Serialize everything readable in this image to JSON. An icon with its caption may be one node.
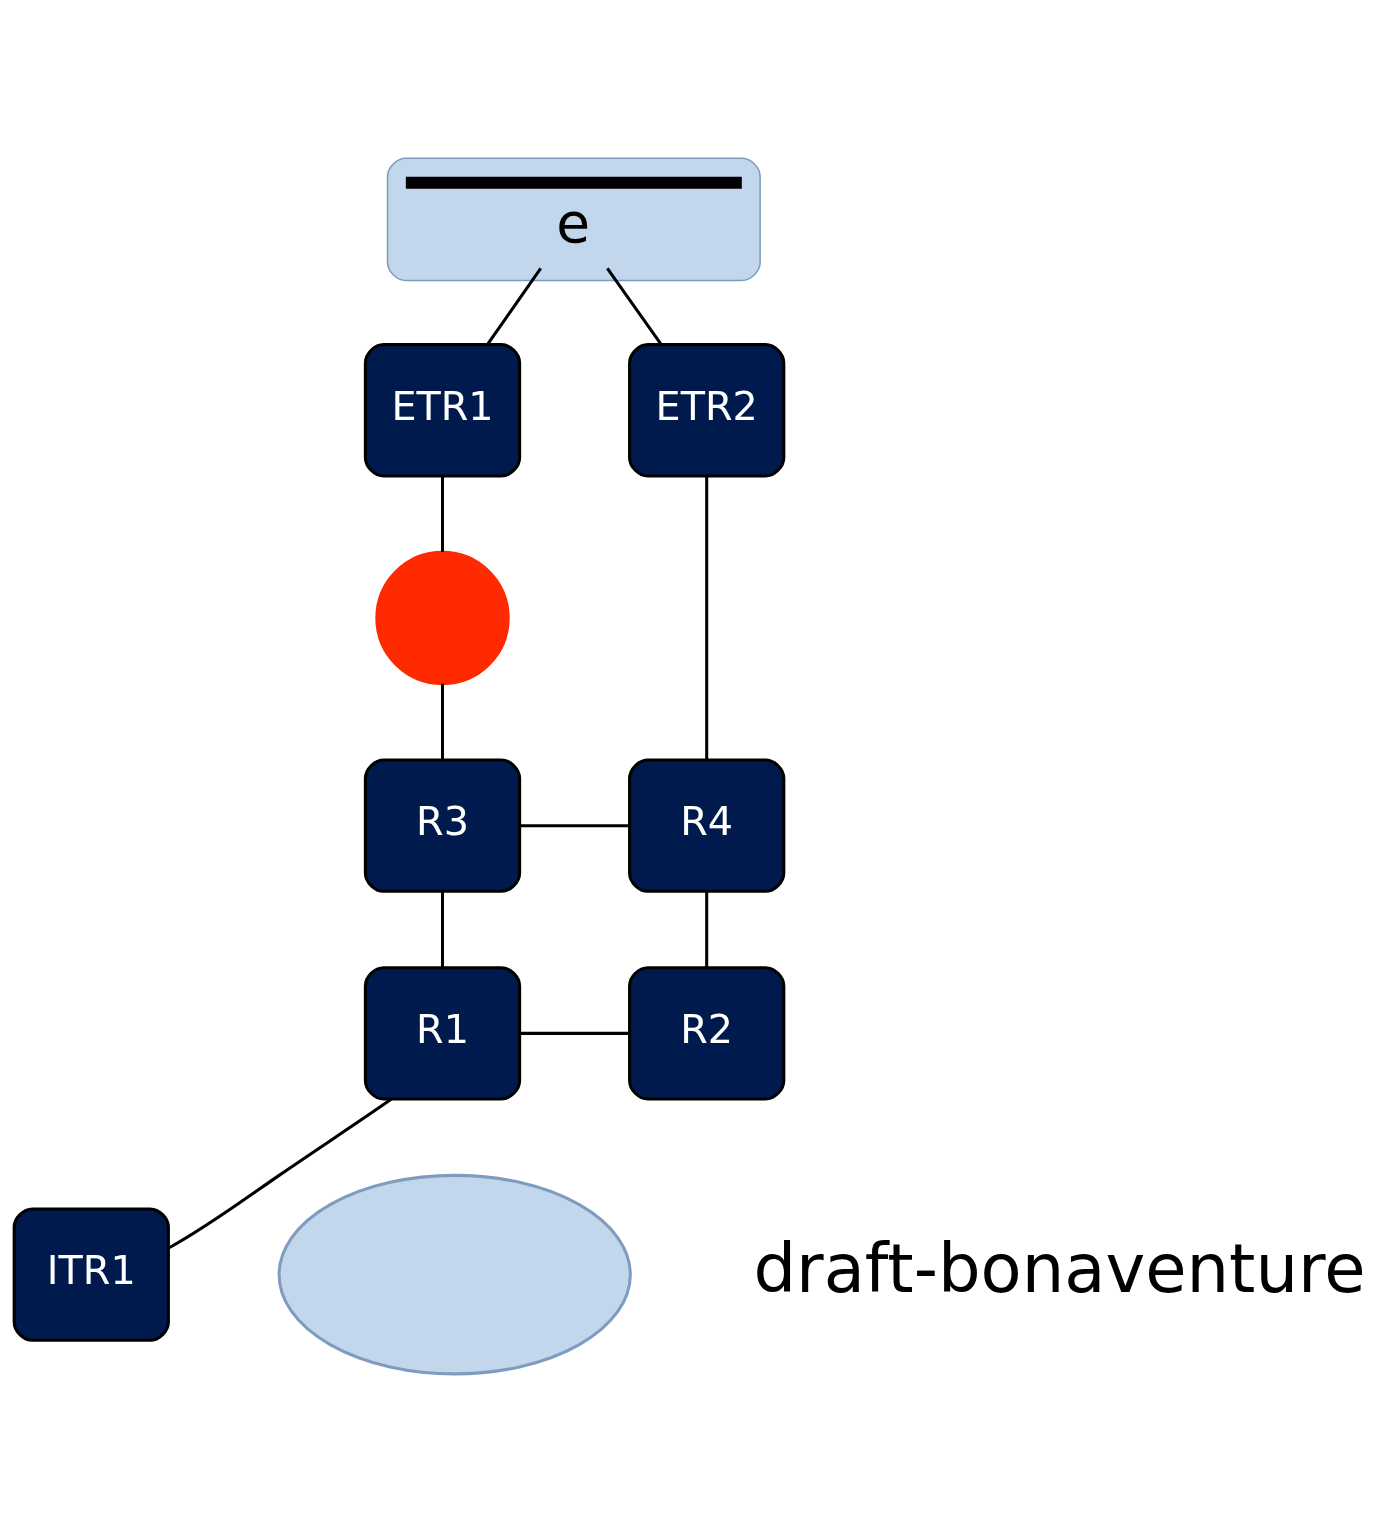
{
  "diagram": {
    "nodes": [
      {
        "text": [],
        "shape": "cloud"
      },
      {
        "text": [
          "e"
        ],
        "in": 0
      },
      {
        "text": [
          "ETR1"
        ]
      },
      {
        "text": [
          "ETR2"
        ]
      },
      {
        "text": [],
        "shape": "circle"
      },
      {
        "text": [
          "R3"
        ]
      },
      {
        "text": [
          "R4"
        ]
      },
      {
        "text": [
          "R1"
        ]
      },
      {
        "text": [
          "R2"
        ]
      },
      {
        "text": [],
        "shape": "cloud"
      },
      {
        "text": [
          "ITR1"
        ]
      }
    ],
    "edges": [
      {
        "from": 1,
        "to": 2,
        "arrow": "none"
      },
      {
        "from": 1,
        "to": 3,
        "arrow": "none"
      },
      {
        "from": 2,
        "to": 4,
        "arrow": "none"
      },
      {
        "from": 4,
        "to": 5,
        "arrow": "none"
      },
      {
        "from": 3,
        "to": 6,
        "arrow": "none"
      },
      {
        "from": 5,
        "to": 6,
        "arrow": "none"
      },
      {
        "from": 5,
        "to": 7,
        "arrow": "none"
      },
      {
        "from": 6,
        "to": 8,
        "arrow": "none"
      },
      {
        "from": 7,
        "to": 8,
        "arrow": "none"
      },
      {
        "from": 10,
        "to": 7,
        "arrow": "none"
      }
    ],
    "labels": [
      "draft-bonaventure"
    ]
  }
}
